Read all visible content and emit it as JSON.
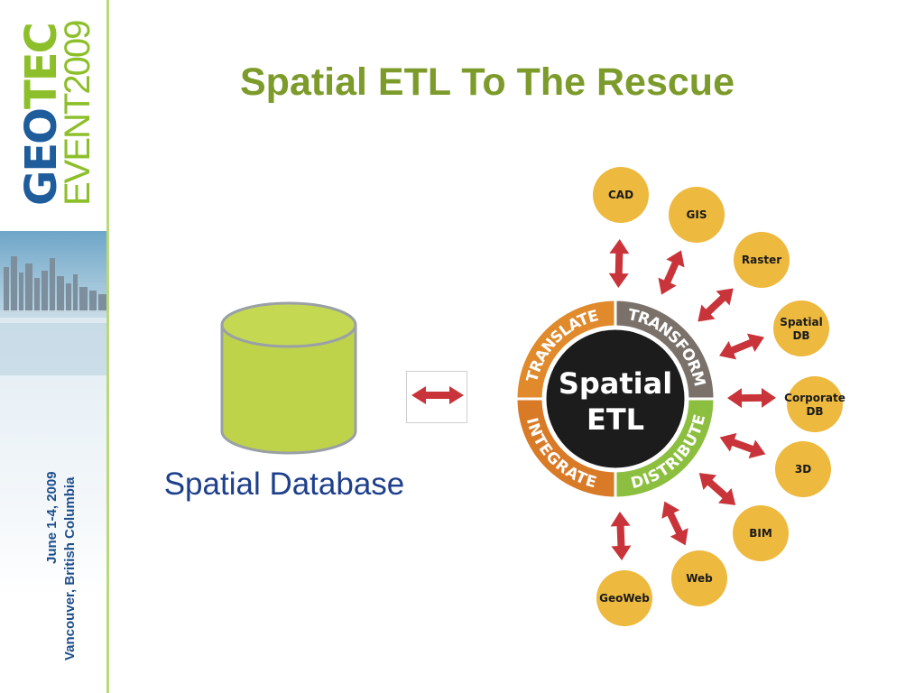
{
  "branding": {
    "logo_geo": "GEO",
    "logo_tec": "TEC",
    "logo_event": "EVENT2009",
    "date": "June 1-4, 2009",
    "place": "Vancouver, British Columbia"
  },
  "title": "Spatial ETL To The Rescue",
  "database_label": "Spatial Database",
  "etl": {
    "center_line1": "Spatial",
    "center_line2": "ETL",
    "segments": [
      {
        "label": "TRANSLATE",
        "color": "#e08a2c"
      },
      {
        "label": "TRANSFORM",
        "color": "#7a716a"
      },
      {
        "label": "DISTRIBUTE",
        "color": "#8cbf3f"
      },
      {
        "label": "INTEGRATE",
        "color": "#d97a27"
      }
    ]
  },
  "formats": [
    {
      "line1": "CAD",
      "line2": ""
    },
    {
      "line1": "GIS",
      "line2": ""
    },
    {
      "line1": "Raster",
      "line2": ""
    },
    {
      "line1": "Spatial",
      "line2": "DB"
    },
    {
      "line1": "Corporate",
      "line2": "DB"
    },
    {
      "line1": "3D",
      "line2": ""
    },
    {
      "line1": "BIM",
      "line2": ""
    },
    {
      "line1": "Web",
      "line2": ""
    },
    {
      "line1": "GeoWeb",
      "line2": ""
    }
  ],
  "colors": {
    "title": "#7c9b2b",
    "caption": "#1e3f8c",
    "database_fill": "#bfd34a",
    "database_rim": "#9aa0a6",
    "arrow": "#c8343a",
    "format_circle": "#edb93e",
    "etl_core": "#1c1c1c"
  }
}
